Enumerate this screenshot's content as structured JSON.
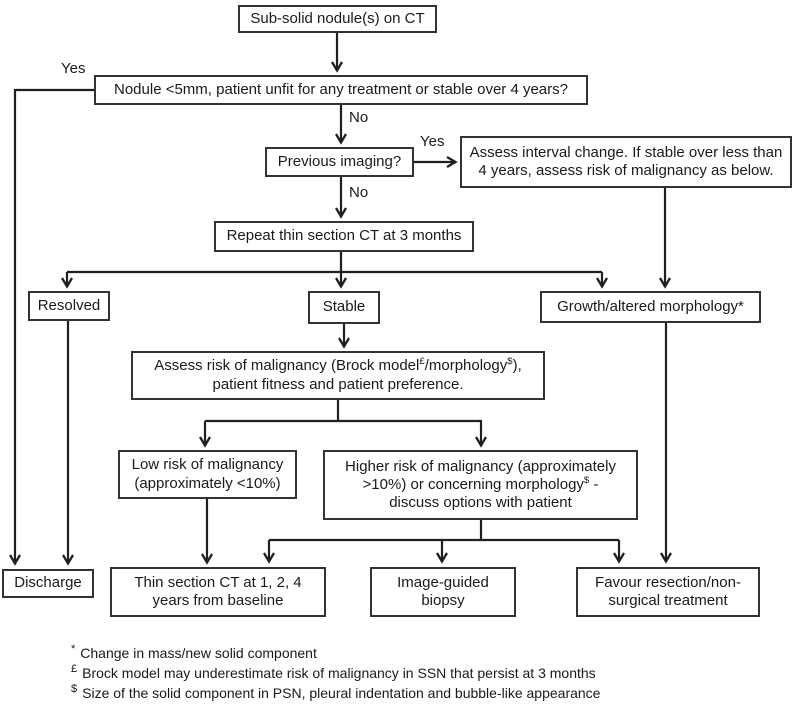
{
  "flowchart": {
    "title": "Sub-solid nodule management flowchart",
    "nodes": {
      "start": {
        "label": "Sub-solid nodule(s) on CT"
      },
      "question_small_nodule": {
        "label": "Nodule <5mm, patient unfit for any treatment or stable over 4 years?"
      },
      "previous_imaging": {
        "label": "Previous imaging?"
      },
      "assess_interval": {
        "parts": [
          {
            "text": "Assess interval change. If stable over less than"
          },
          {
            "br": true
          },
          {
            "text": "4 years,  assess risk of malignancy as below."
          }
        ]
      },
      "repeat_ct": {
        "label": "Repeat thin section CT at 3 months"
      },
      "resolved": {
        "label": "Resolved"
      },
      "stable": {
        "label": "Stable"
      },
      "growth": {
        "label": "Growth/altered morphology*"
      },
      "assess_risk": {
        "parts": [
          {
            "text": "Assess risk  of malignancy (Brock  model"
          },
          {
            "sup": "£"
          },
          {
            "text": "/morphology"
          },
          {
            "sup": "$"
          },
          {
            "text": "),"
          },
          {
            "br": true
          },
          {
            "text": "patient fitness and patient preference."
          }
        ]
      },
      "low_risk": {
        "label": "Low risk of malignancy (approximately <10%)"
      },
      "higher_risk": {
        "parts": [
          {
            "text": "Higher risk of malignancy (approximately"
          },
          {
            "br": true
          },
          {
            "text": ">10%) or concerning morphology"
          },
          {
            "sup": "$"
          },
          {
            "text": " -"
          },
          {
            "br": true
          },
          {
            "text": "discuss options with patient"
          }
        ]
      },
      "discharge": {
        "label": "Discharge"
      },
      "surveillance_ct": {
        "label": "Thin section CT at 1, 2, 4 years from baseline"
      },
      "biopsy": {
        "label": "Image-guided biopsy"
      },
      "favour_resection": {
        "label": "Favour resection/non-surgical treatment"
      }
    },
    "edge_labels": {
      "yes1": "Yes",
      "no1": "No",
      "yes2": "Yes",
      "no2": "No"
    }
  },
  "footnotes": [
    {
      "symbol": "*",
      "text": "Change in mass/new solid component"
    },
    {
      "symbol": "£",
      "text": "Brock model may underestimate risk  of malignancy in SSN that persist at 3 months"
    },
    {
      "symbol": "$",
      "text": "Size of the solid component in PSN, pleural indentation and bubble-like appearance"
    }
  ],
  "colors": {
    "line": "#1f1f1f",
    "box_border": "#333333",
    "text": "#1a1a1a",
    "background": "#ffffff"
  }
}
